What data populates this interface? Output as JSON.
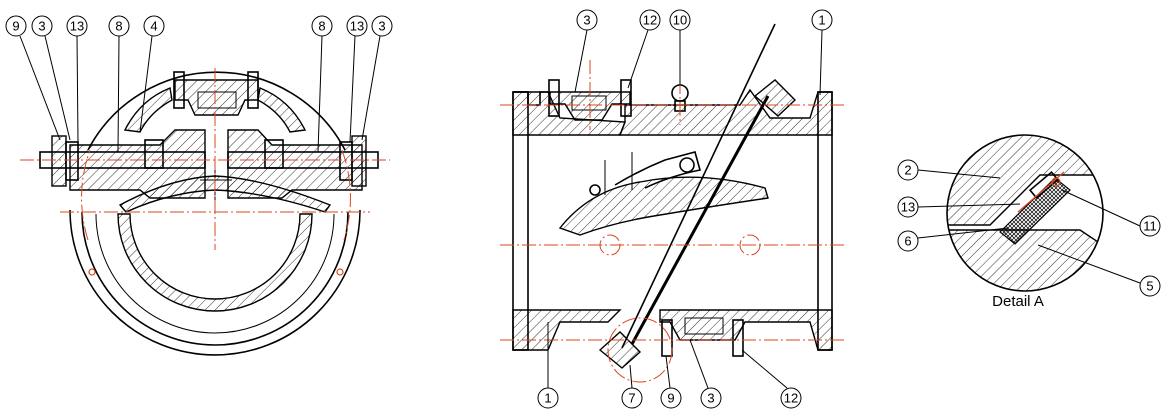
{
  "detail_caption": "Detail A",
  "callouts": {
    "front": [
      "9",
      "3",
      "13",
      "8",
      "4",
      "8",
      "13",
      "3"
    ],
    "section_top": [
      "3",
      "12",
      "10",
      "1"
    ],
    "section_bottom": [
      "1",
      "7",
      "9",
      "3",
      "12"
    ],
    "detail": [
      "2",
      "13",
      "6",
      "11",
      "5"
    ]
  },
  "colors": {
    "line": "#000000",
    "centerline": "#d8481f",
    "background": "#ffffff"
  }
}
